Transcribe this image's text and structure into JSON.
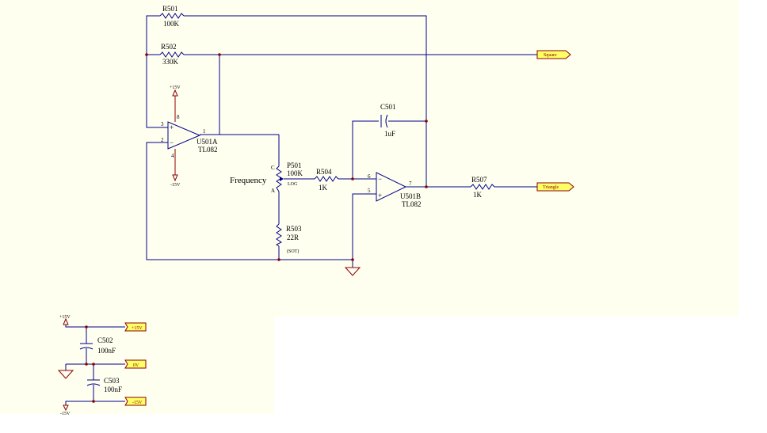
{
  "components": {
    "r501": {
      "ref": "R501",
      "value": "100K"
    },
    "r502": {
      "ref": "R502",
      "value": "330K"
    },
    "r503": {
      "ref": "R503",
      "value": "22R",
      "note": "(SOT)"
    },
    "r504": {
      "ref": "R504",
      "value": "1K"
    },
    "r507": {
      "ref": "R507",
      "value": "1K"
    },
    "c501": {
      "ref": "C501",
      "value": "1uF"
    },
    "c502": {
      "ref": "C502",
      "value": "100nF"
    },
    "c503": {
      "ref": "C503",
      "value": "100nF"
    },
    "p501": {
      "ref": "P501",
      "value": "100K",
      "taper": "LOG",
      "pin_c": "C",
      "pin_a": "A",
      "label": "Frequency"
    },
    "u501a": {
      "ref": "U501A",
      "part": "TL082",
      "pin_in_plus": "3",
      "pin_in_minus": "2",
      "pin_out": "1",
      "pin_vpos": "8",
      "pin_vneg": "4"
    },
    "u501b": {
      "ref": "U501B",
      "part": "TL082",
      "pin_in_minus": "6",
      "pin_in_plus": "5",
      "pin_out": "7"
    }
  },
  "power": {
    "pos": "+15V",
    "neg": "-15V"
  },
  "ports": {
    "square": "Square",
    "triangle": "Triangle",
    "p15": "+15V",
    "zero": "0V",
    "m15": "-15V"
  },
  "colors": {
    "background": "#fffff0",
    "wire": "#00008b",
    "power": "#8b0000",
    "port_fill": "#ffff66",
    "junction": "#8b0000"
  }
}
